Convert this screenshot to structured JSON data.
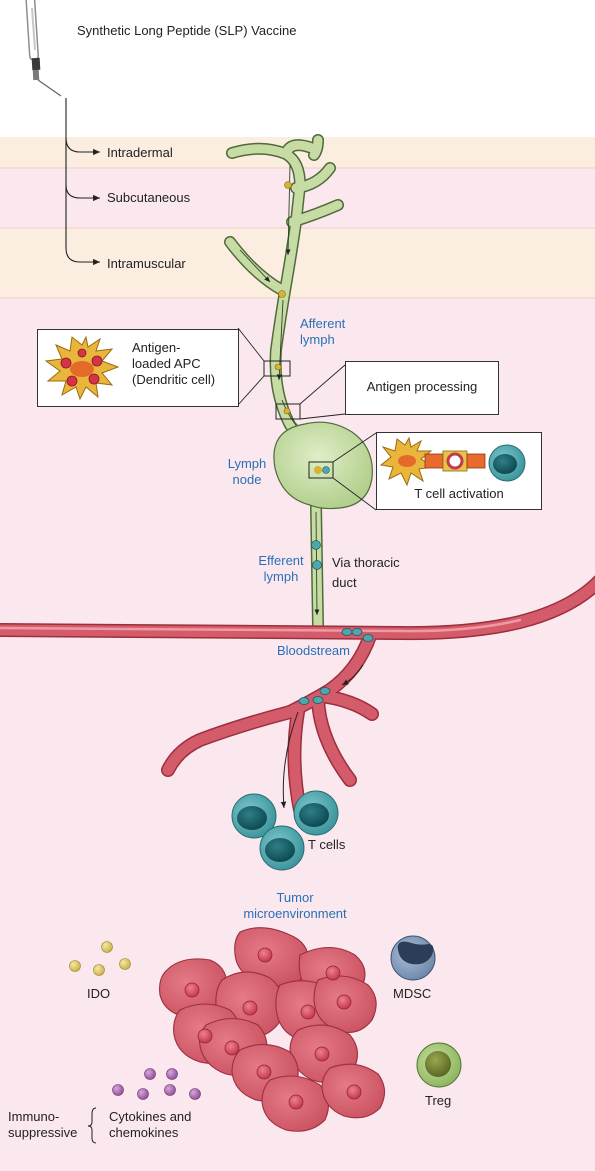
{
  "title": "Synthetic Long Peptide (SLP) Vaccine",
  "routes": [
    "Intradermal",
    "Subcutaneous",
    "Intramuscular"
  ],
  "lymph": {
    "afferent": [
      "Afferent",
      "lymph"
    ],
    "node": [
      "Lymph",
      "node"
    ],
    "efferent": [
      "Efferent",
      "lymph"
    ],
    "thoracic": [
      "Via thoracic",
      "duct"
    ]
  },
  "boxes": {
    "apc": [
      "Antigen-",
      "loaded APC",
      "(Dendritic cell)"
    ],
    "processing": "Antigen processing",
    "activation": "T cell activation"
  },
  "bloodstream": "Bloodstream",
  "t_cells": "T cells",
  "tumor": [
    "Tumor",
    "microenvironment"
  ],
  "factors": {
    "ido": "IDO",
    "mdsc": "MDSC",
    "treg": "Treg",
    "cytokines": [
      "Cytokines and",
      "chemokines"
    ],
    "immuno": [
      "Immuno-",
      "suppressive"
    ]
  },
  "colors": {
    "skin_layer": "#fbeee1",
    "tissue": "#fbe8ef",
    "lymph_vessel": "#c7dca5",
    "vessel_outline": "#4f6b3a",
    "blood_vessel": "#d45b6a",
    "t_cell": "#4fa7ad",
    "tumor_cell": "#d45e6c",
    "label_blue": "#2a6fb5"
  }
}
